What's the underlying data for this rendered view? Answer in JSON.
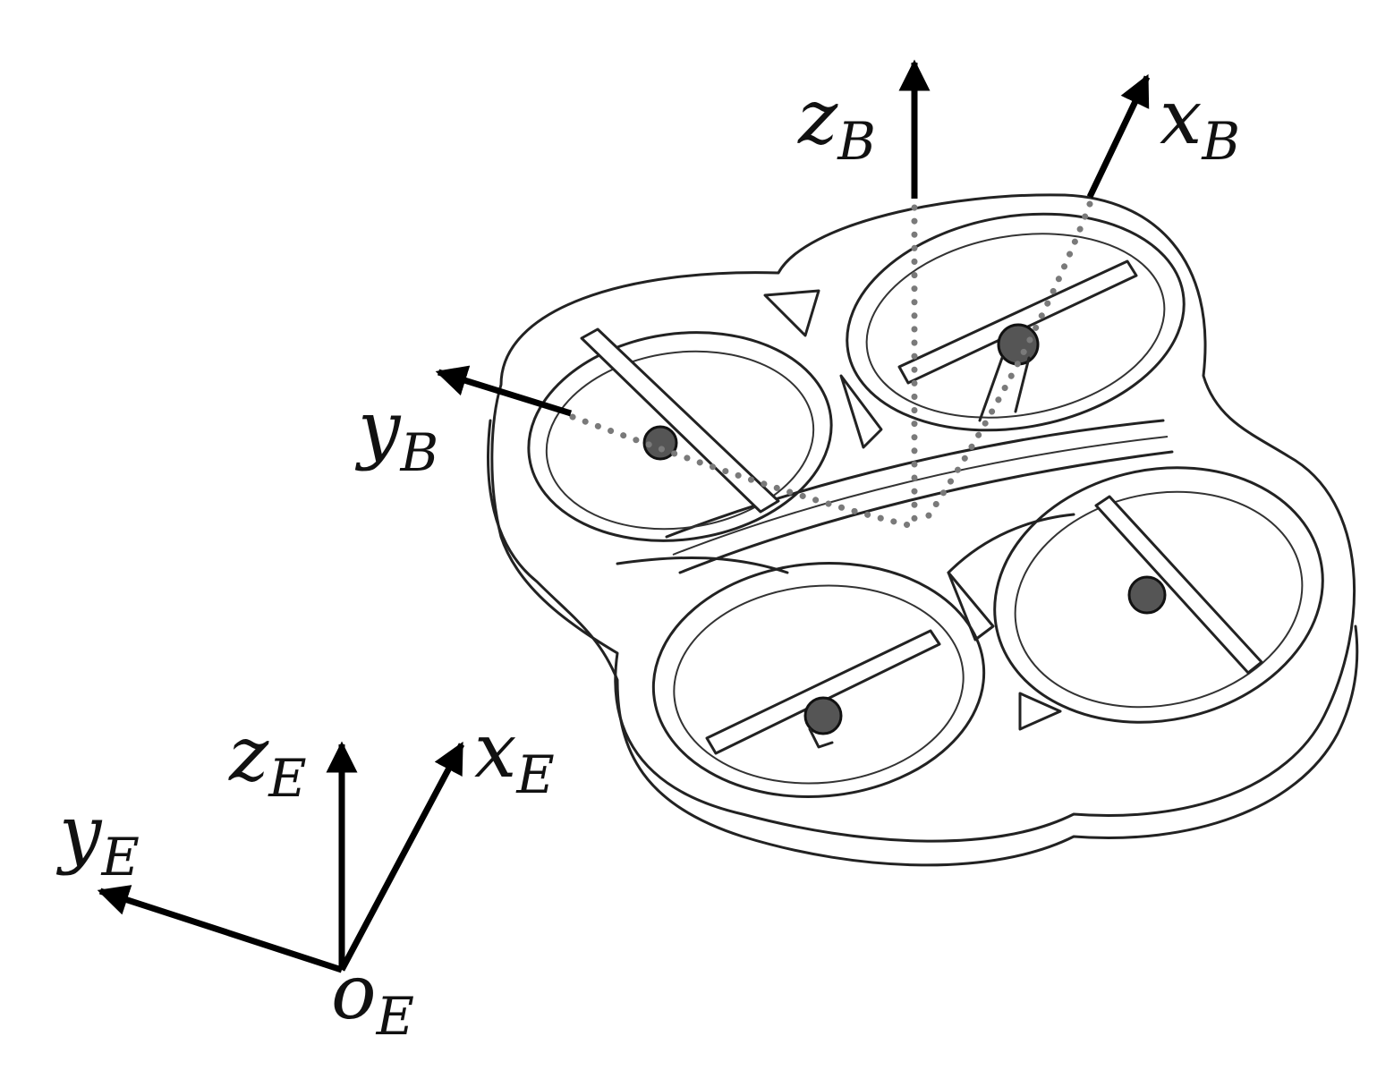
{
  "diagram": {
    "body_frame_axes": [
      {
        "id": "zB",
        "base": "z",
        "sub": "B"
      },
      {
        "id": "xB",
        "base": "x",
        "sub": "B"
      },
      {
        "id": "yB",
        "base": "y",
        "sub": "B"
      }
    ],
    "earth_frame_axes": [
      {
        "id": "zE",
        "base": "z",
        "sub": "E"
      },
      {
        "id": "xE",
        "base": "x",
        "sub": "E"
      },
      {
        "id": "yE",
        "base": "y",
        "sub": "E"
      }
    ],
    "earth_origin": {
      "base": "o",
      "sub": "E"
    },
    "colors": {
      "ink": "#000000",
      "dotted_axis": "#7a7a7a",
      "frame_line": "#222222"
    }
  }
}
